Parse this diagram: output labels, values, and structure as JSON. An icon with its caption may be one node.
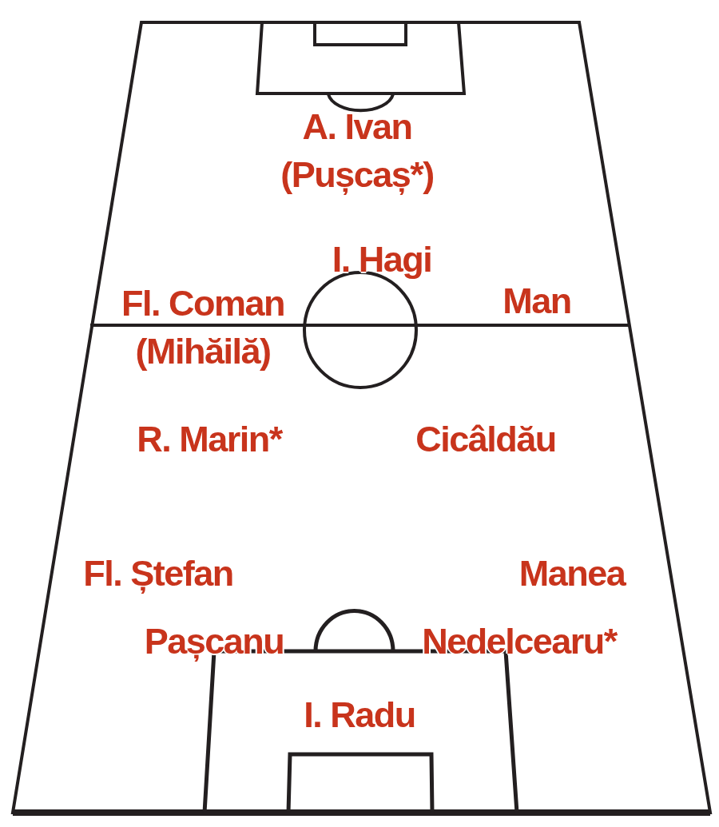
{
  "diagram": {
    "labels": [
      "A. Ivan (Pușcaș*)",
      "I. Hagi",
      "Fl. Coman (Mihăilă)",
      "Man",
      "R. Marin*",
      "Cicâldău",
      "Fl. Ștefan",
      "Manea",
      "Pașcanu",
      "Nedelcearu*",
      "I. Radu"
    ]
  }
}
